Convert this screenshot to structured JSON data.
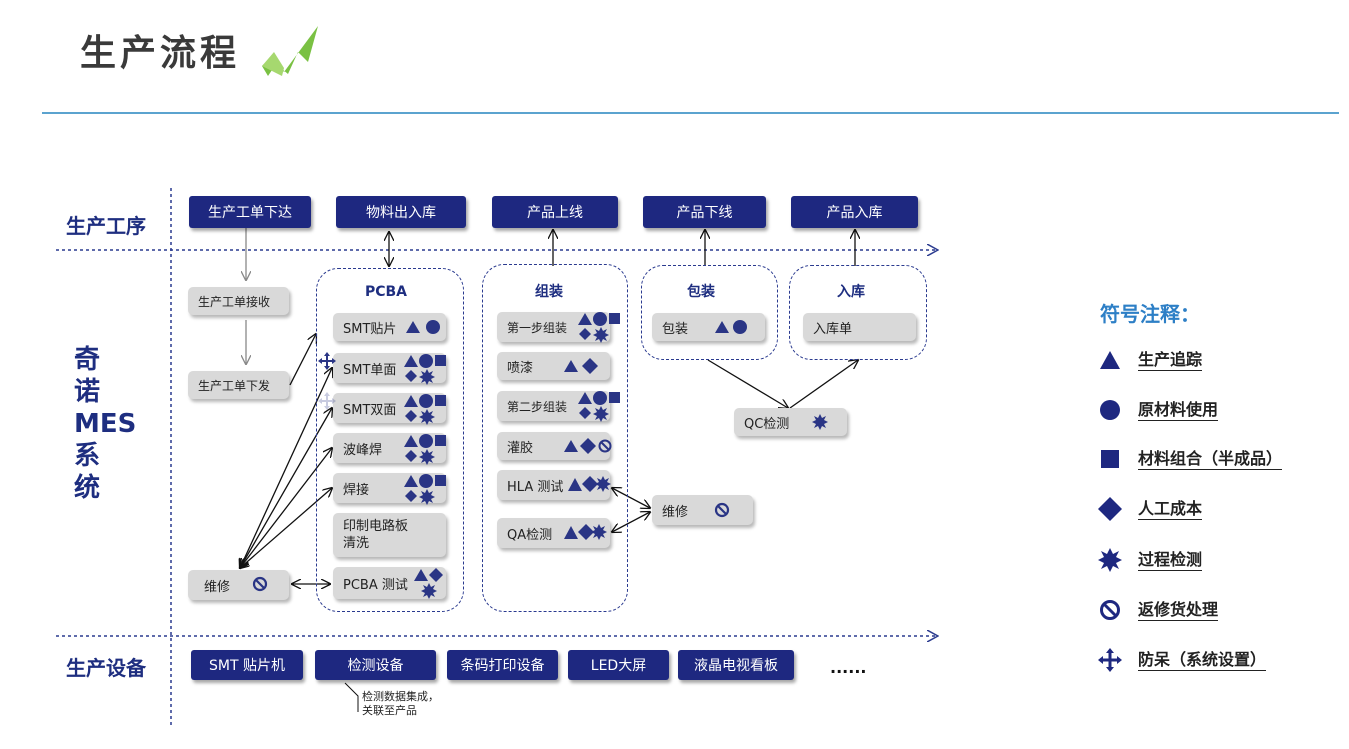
{
  "title": "生产流程",
  "sections": {
    "process": "生产工序",
    "system": "奇诺MES系统",
    "equipment": "生产设备"
  },
  "system_label_lines": [
    "奇",
    "诺",
    "MES",
    "系",
    "统"
  ],
  "top_steps": [
    "生产工单下达",
    "物料出入库",
    "产品上线",
    "产品下线",
    "产品入库"
  ],
  "left_column": [
    "生产工单接收",
    "生产工单下发",
    "维修"
  ],
  "groups": {
    "pcba": "PCBA",
    "assembly": "组装",
    "packaging": "包装",
    "storage": "入库"
  },
  "pcba_items": [
    "SMT贴片",
    "SMT单面",
    "SMT双面",
    "波峰焊",
    "焊接",
    "印制电路板\n清洗",
    "PCBA 测试"
  ],
  "assembly_items": [
    "第一步组装",
    "喷漆",
    "第二步组装",
    "灌胶",
    "HLA 测试",
    "QA检测"
  ],
  "packaging_items": [
    "包装"
  ],
  "storage_items": [
    "入库单"
  ],
  "qc_check": "QC检测",
  "repair_right": "维修",
  "equipment": [
    "SMT 贴片机",
    "检测设备",
    "条码打印设备",
    "LED大屏",
    "液晶电视看板"
  ],
  "equipment_more": "......",
  "equipment_note": [
    "检测数据集成，",
    "关联至产品"
  ],
  "legend_title": "符号注释：",
  "legend": [
    {
      "icon": "triangle-icon",
      "label": "生产追踪"
    },
    {
      "icon": "circle-icon",
      "label": "原材料使用"
    },
    {
      "icon": "square-icon",
      "label": "材料组合（半成品）"
    },
    {
      "icon": "diamond-icon",
      "label": "人工成本"
    },
    {
      "icon": "star-icon",
      "label": "过程检测"
    },
    {
      "icon": "prohibit-icon",
      "label": "返修货处理"
    },
    {
      "icon": "cross-arrows-icon",
      "label": "防呆（系统设置）"
    }
  ],
  "colors": {
    "navy": "#1e2880",
    "symbol": "#2a3585",
    "accent_blue": "#2d7fc6",
    "logo_green": "#7ac143",
    "card_gray": "#d9d9d9"
  }
}
